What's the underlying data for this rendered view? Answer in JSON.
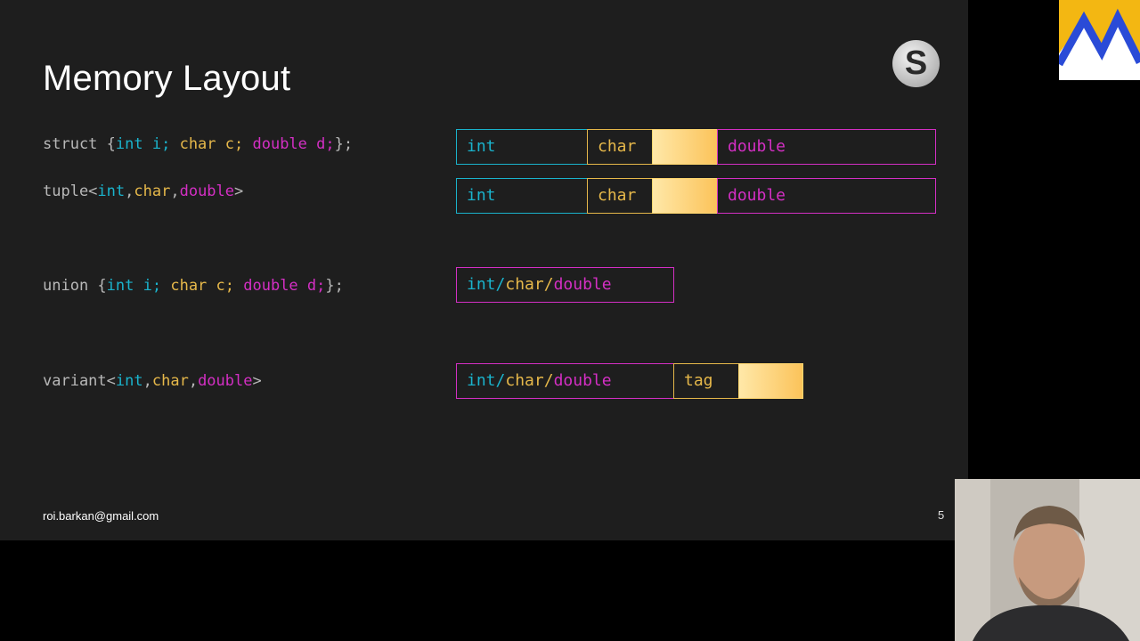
{
  "slide": {
    "title": "Memory Layout",
    "email": "roi.barkan@gmail.com",
    "page_number": "5"
  },
  "code": {
    "struct": {
      "kw": "struct",
      "open": " {",
      "t1": "int",
      "v1": " i; ",
      "t2": "char",
      "v2": " c; ",
      "t3": "double",
      "v3": " d;",
      "close": "};"
    },
    "tuple": {
      "kw": "tuple<",
      "t1": "int",
      "c1": ",",
      "t2": "char",
      "c2": ",",
      "t3": "double",
      "close": ">"
    },
    "union": {
      "kw": "union",
      "open": " {",
      "t1": "int",
      "v1": " i; ",
      "t2": "char",
      "v2": " c; ",
      "t3": "double",
      "v3": " d;",
      "close": "};"
    },
    "variant": {
      "kw": "variant<",
      "t1": "int",
      "c1": ",",
      "t2": "char",
      "c2": ",",
      "t3": "double",
      "close": ">"
    }
  },
  "layout_boxes": {
    "int": "int",
    "char": "char",
    "double": "double",
    "combined": {
      "t1": "int",
      "s1": "/",
      "t2": "char",
      "s2": "/",
      "t3": "double"
    },
    "tag": "tag"
  },
  "colors": {
    "int": "#1ab3cc",
    "char": "#e6b84a",
    "double": "#d42fc4",
    "padding": "#fbc35a"
  },
  "icons": {
    "skype_letter": "S"
  }
}
